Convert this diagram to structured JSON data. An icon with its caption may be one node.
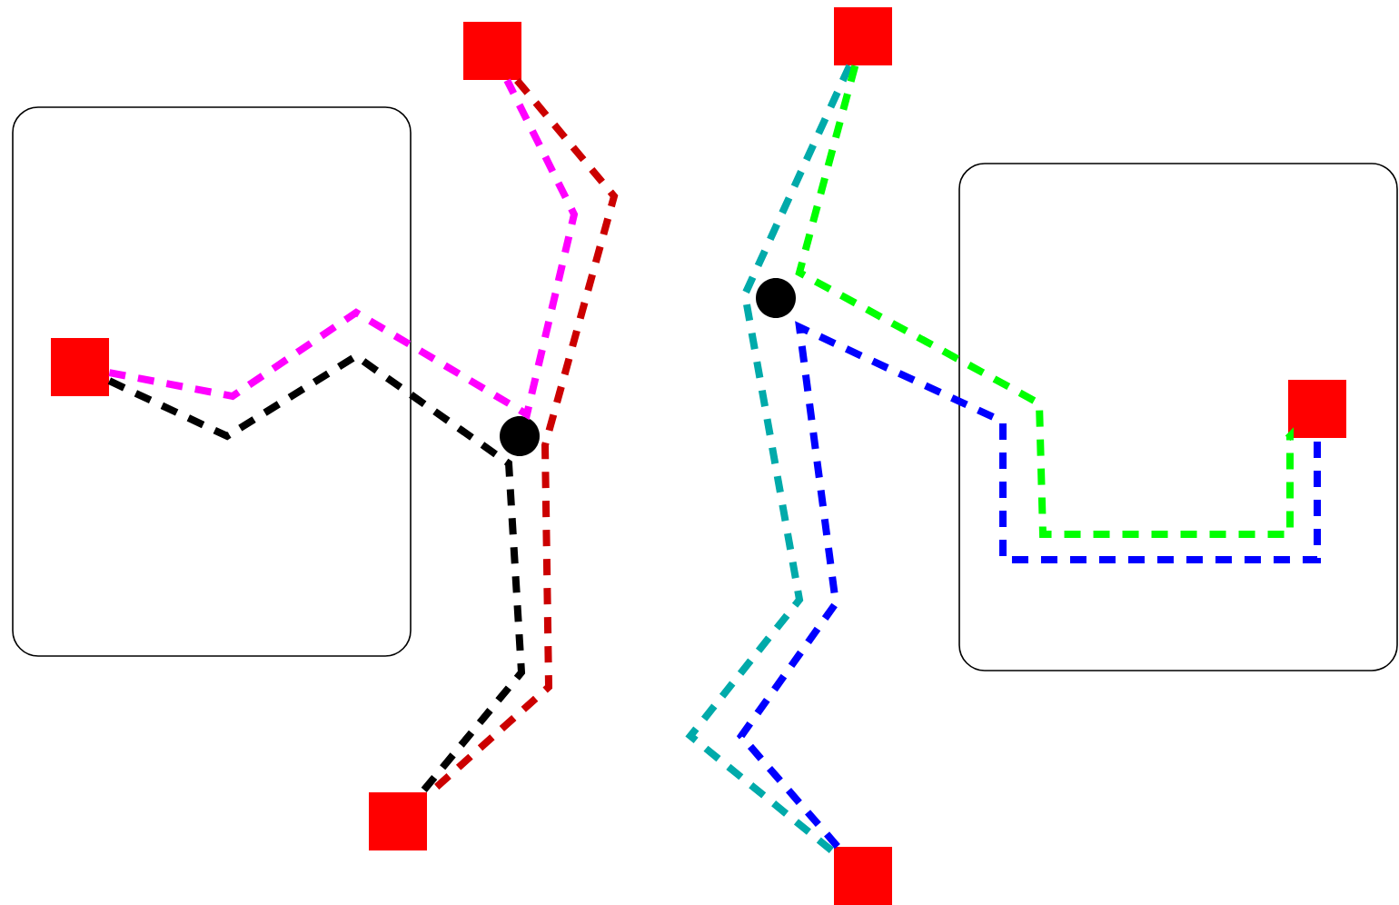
{
  "diagram": {
    "nodes": [
      {
        "text": [],
        "shape": "box"
      },
      {
        "text": [],
        "shape": "box",
        "in": 0
      },
      {
        "text": [],
        "shape": "box"
      },
      {
        "text": [],
        "shape": "circle"
      },
      {
        "text": [],
        "shape": "box"
      },
      {
        "text": [],
        "shape": "box"
      },
      {
        "text": [],
        "shape": "circle"
      },
      {
        "text": [],
        "shape": "box"
      },
      {
        "text": [],
        "shape": "box",
        "in": 7
      },
      {
        "text": [],
        "shape": "box"
      }
    ],
    "edges": [
      {
        "from": 1,
        "to": 2,
        "arrow": "none",
        "style": "dashed",
        "color": "#ff00ff"
      },
      {
        "from": 1,
        "to": 4,
        "arrow": "none",
        "style": "dashed",
        "color": "#000000"
      },
      {
        "from": 2,
        "to": 4,
        "arrow": "none",
        "style": "dashed",
        "color": "#cc0000"
      },
      {
        "from": 5,
        "to": 9,
        "arrow": "none",
        "style": "dashed",
        "color": "#00aaaa"
      },
      {
        "from": 5,
        "to": 8,
        "arrow": "none",
        "style": "dashed",
        "color": "#00ff00"
      },
      {
        "from": 9,
        "to": 8,
        "arrow": "none",
        "style": "dashed",
        "color": "#0000ff"
      }
    ]
  }
}
